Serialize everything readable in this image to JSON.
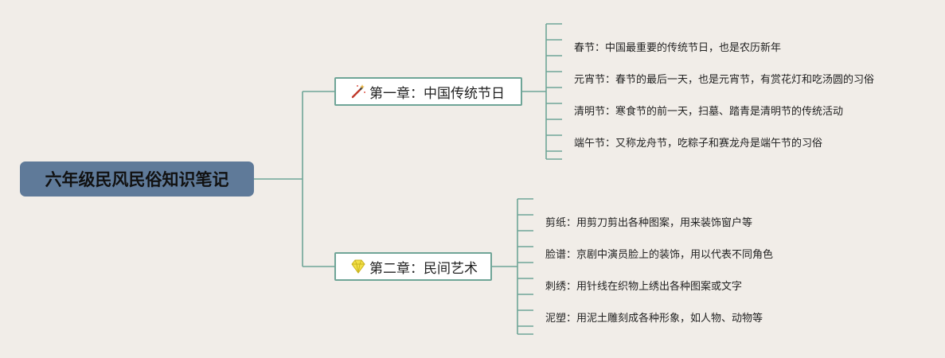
{
  "root": {
    "label": "六年级民风民俗知识笔记"
  },
  "chapters": [
    {
      "label": "第一章：中国传统节日",
      "icon": "magic-wand-icon",
      "items": [
        "春节：中国最重要的传统节日，也是农历新年",
        "元宵节：春节的最后一天，也是元宵节，有赏花灯和吃汤圆的习俗",
        "清明节：寒食节的前一天，扫墓、踏青是清明节的传统活动",
        "端午节：又称龙舟节，吃粽子和赛龙舟是端午节的习俗"
      ]
    },
    {
      "label": "第二章：民间艺术",
      "icon": "gem-icon",
      "items": [
        "剪纸：用剪刀剪出各种图案，用来装饰窗户等",
        "脸谱：京剧中演员脸上的装饰，用以代表不同角色",
        "刺绣：用针线在织物上绣出各种图案或文字",
        "泥塑：用泥土雕刻成各种形象，如人物、动物等"
      ]
    }
  ],
  "colors": {
    "line": "#6fa597",
    "root_bg": "#5f7a99",
    "background": "#f1ede8"
  }
}
